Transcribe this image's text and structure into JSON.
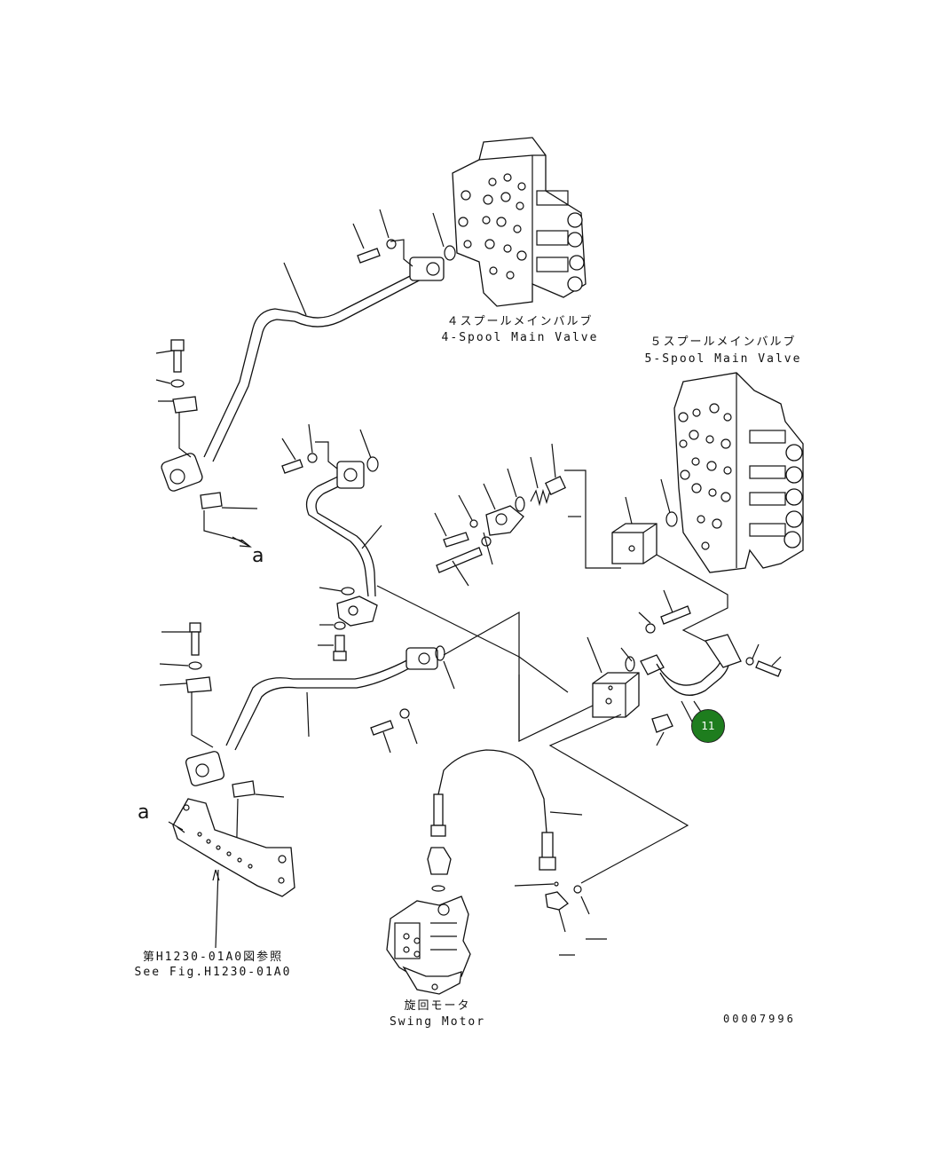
{
  "diagram": {
    "main_valve_4": {
      "jp": "４スプールメインバルブ",
      "en": "4-Spool Main Valve"
    },
    "main_valve_5": {
      "jp": "５スプールメインバルブ",
      "en": "5-Spool Main Valve"
    },
    "swing_motor": {
      "jp": "旋回モータ",
      "en": "Swing Motor"
    },
    "figure_ref": {
      "jp": "第H1230-01A0図参照",
      "en": "See Fig.H1230-01A0"
    },
    "view_letter_upper": "a",
    "view_letter_lower": "a",
    "drawing_number": "00007996",
    "callout": {
      "number": "11",
      "color": "#1e7d1e"
    }
  }
}
